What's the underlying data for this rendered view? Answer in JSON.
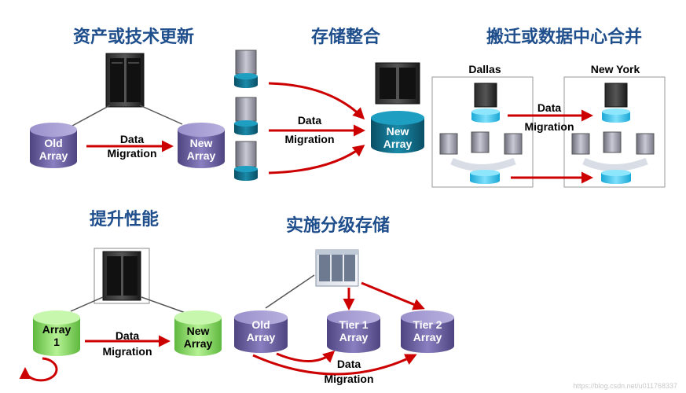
{
  "panels": {
    "refresh": {
      "title": "资产或技术更新",
      "old_label": [
        "Old",
        "Array"
      ],
      "new_label": [
        "New",
        "Array"
      ],
      "migration_label": [
        "Data",
        "Migration"
      ]
    },
    "consolidation": {
      "title": "存储整合",
      "new_label": [
        "New",
        "Array"
      ],
      "migration_label": [
        "Data",
        "Migration"
      ]
    },
    "relocation": {
      "title": "搬迁或数据中心合并",
      "site_a": "Dallas",
      "site_b": "New York",
      "migration_label": [
        "Data",
        "Migration"
      ]
    },
    "performance": {
      "title": "提升性能",
      "source_label": [
        "Array",
        "1"
      ],
      "new_label": [
        "New",
        "Array"
      ],
      "migration_label": [
        "Data",
        "Migration"
      ]
    },
    "tiering": {
      "title": "实施分级存储",
      "old_label": [
        "Old",
        "Array"
      ],
      "tier1_label": [
        "Tier 1",
        "Array"
      ],
      "tier2_label": [
        "Tier 2",
        "Array"
      ],
      "migration_label": [
        "Data",
        "Migration"
      ]
    }
  },
  "watermark": "https://blog.csdn.net/u011768337",
  "colors": {
    "title": "#1f4e8c",
    "arrow": "#cc0000",
    "purple": "#6a5e9e",
    "green": "#9be07a",
    "teal": "#0f6d87",
    "cyan": "#33c8ee"
  }
}
